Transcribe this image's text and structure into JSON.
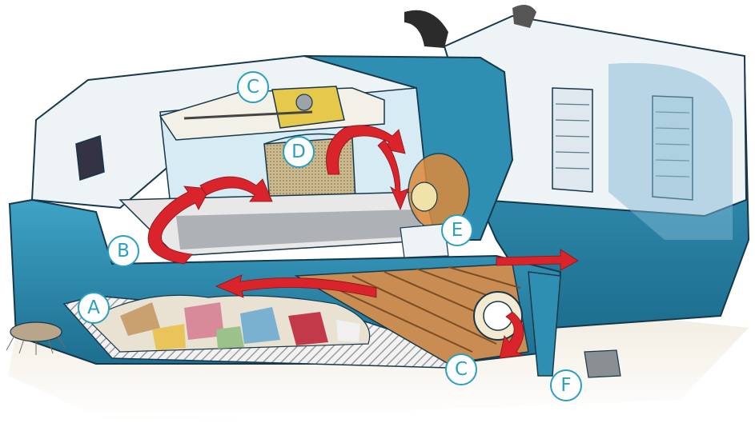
{
  "colors": {
    "body_teal": "#2e8fb3",
    "body_teal_dark": "#1d6e8f",
    "cover_white": "#eef3f6",
    "outline": "#16384a",
    "airflow_red": "#d8242a",
    "brush_wood": "#c98c52",
    "hopper_tan": "#d9c29a",
    "motor_yellow": "#e6c94a",
    "fan_orange": "#dc8a3a",
    "callout_blue": "#2a9fc2"
  },
  "callouts": [
    {
      "id": "A",
      "label": "A"
    },
    {
      "id": "B",
      "label": "B"
    },
    {
      "id": "C-top",
      "label": "C"
    },
    {
      "id": "C-bottom",
      "label": "C"
    },
    {
      "id": "D",
      "label": "D"
    },
    {
      "id": "E",
      "label": "E"
    },
    {
      "id": "F",
      "label": "F"
    }
  ]
}
